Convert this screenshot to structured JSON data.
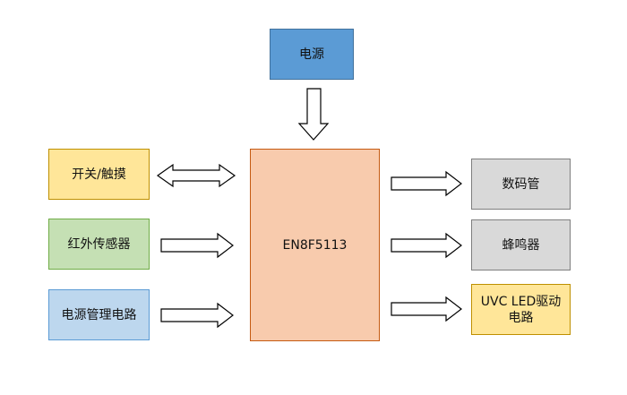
{
  "nodes": {
    "power": {
      "label": "电源",
      "fill": "#5B9BD5",
      "border": "#41719C"
    },
    "mcu": {
      "label": "EN8F5113",
      "fill": "#F8CBAD",
      "border": "#C55A11"
    },
    "switch_touch": {
      "label": "开关/触摸",
      "fill": "#FFE699",
      "border": "#BF9000"
    },
    "ir_sensor": {
      "label": "红外传感器",
      "fill": "#C5E0B4",
      "border": "#70AD47"
    },
    "power_mgmt": {
      "label": "电源管理电路",
      "fill": "#BDD7EE",
      "border": "#5B9BD5"
    },
    "display": {
      "label": "数码管",
      "fill": "#D9D9D9",
      "border": "#7F7F7F"
    },
    "buzzer": {
      "label": "蜂鸣器",
      "fill": "#D9D9D9",
      "border": "#7F7F7F"
    },
    "uvc_driver": {
      "label": "UVC LED驱动电路",
      "fill": "#FFE699",
      "border": "#BF9000"
    }
  },
  "colors": {
    "arrow_stroke": "#000000",
    "arrow_fill": "#ffffff"
  }
}
